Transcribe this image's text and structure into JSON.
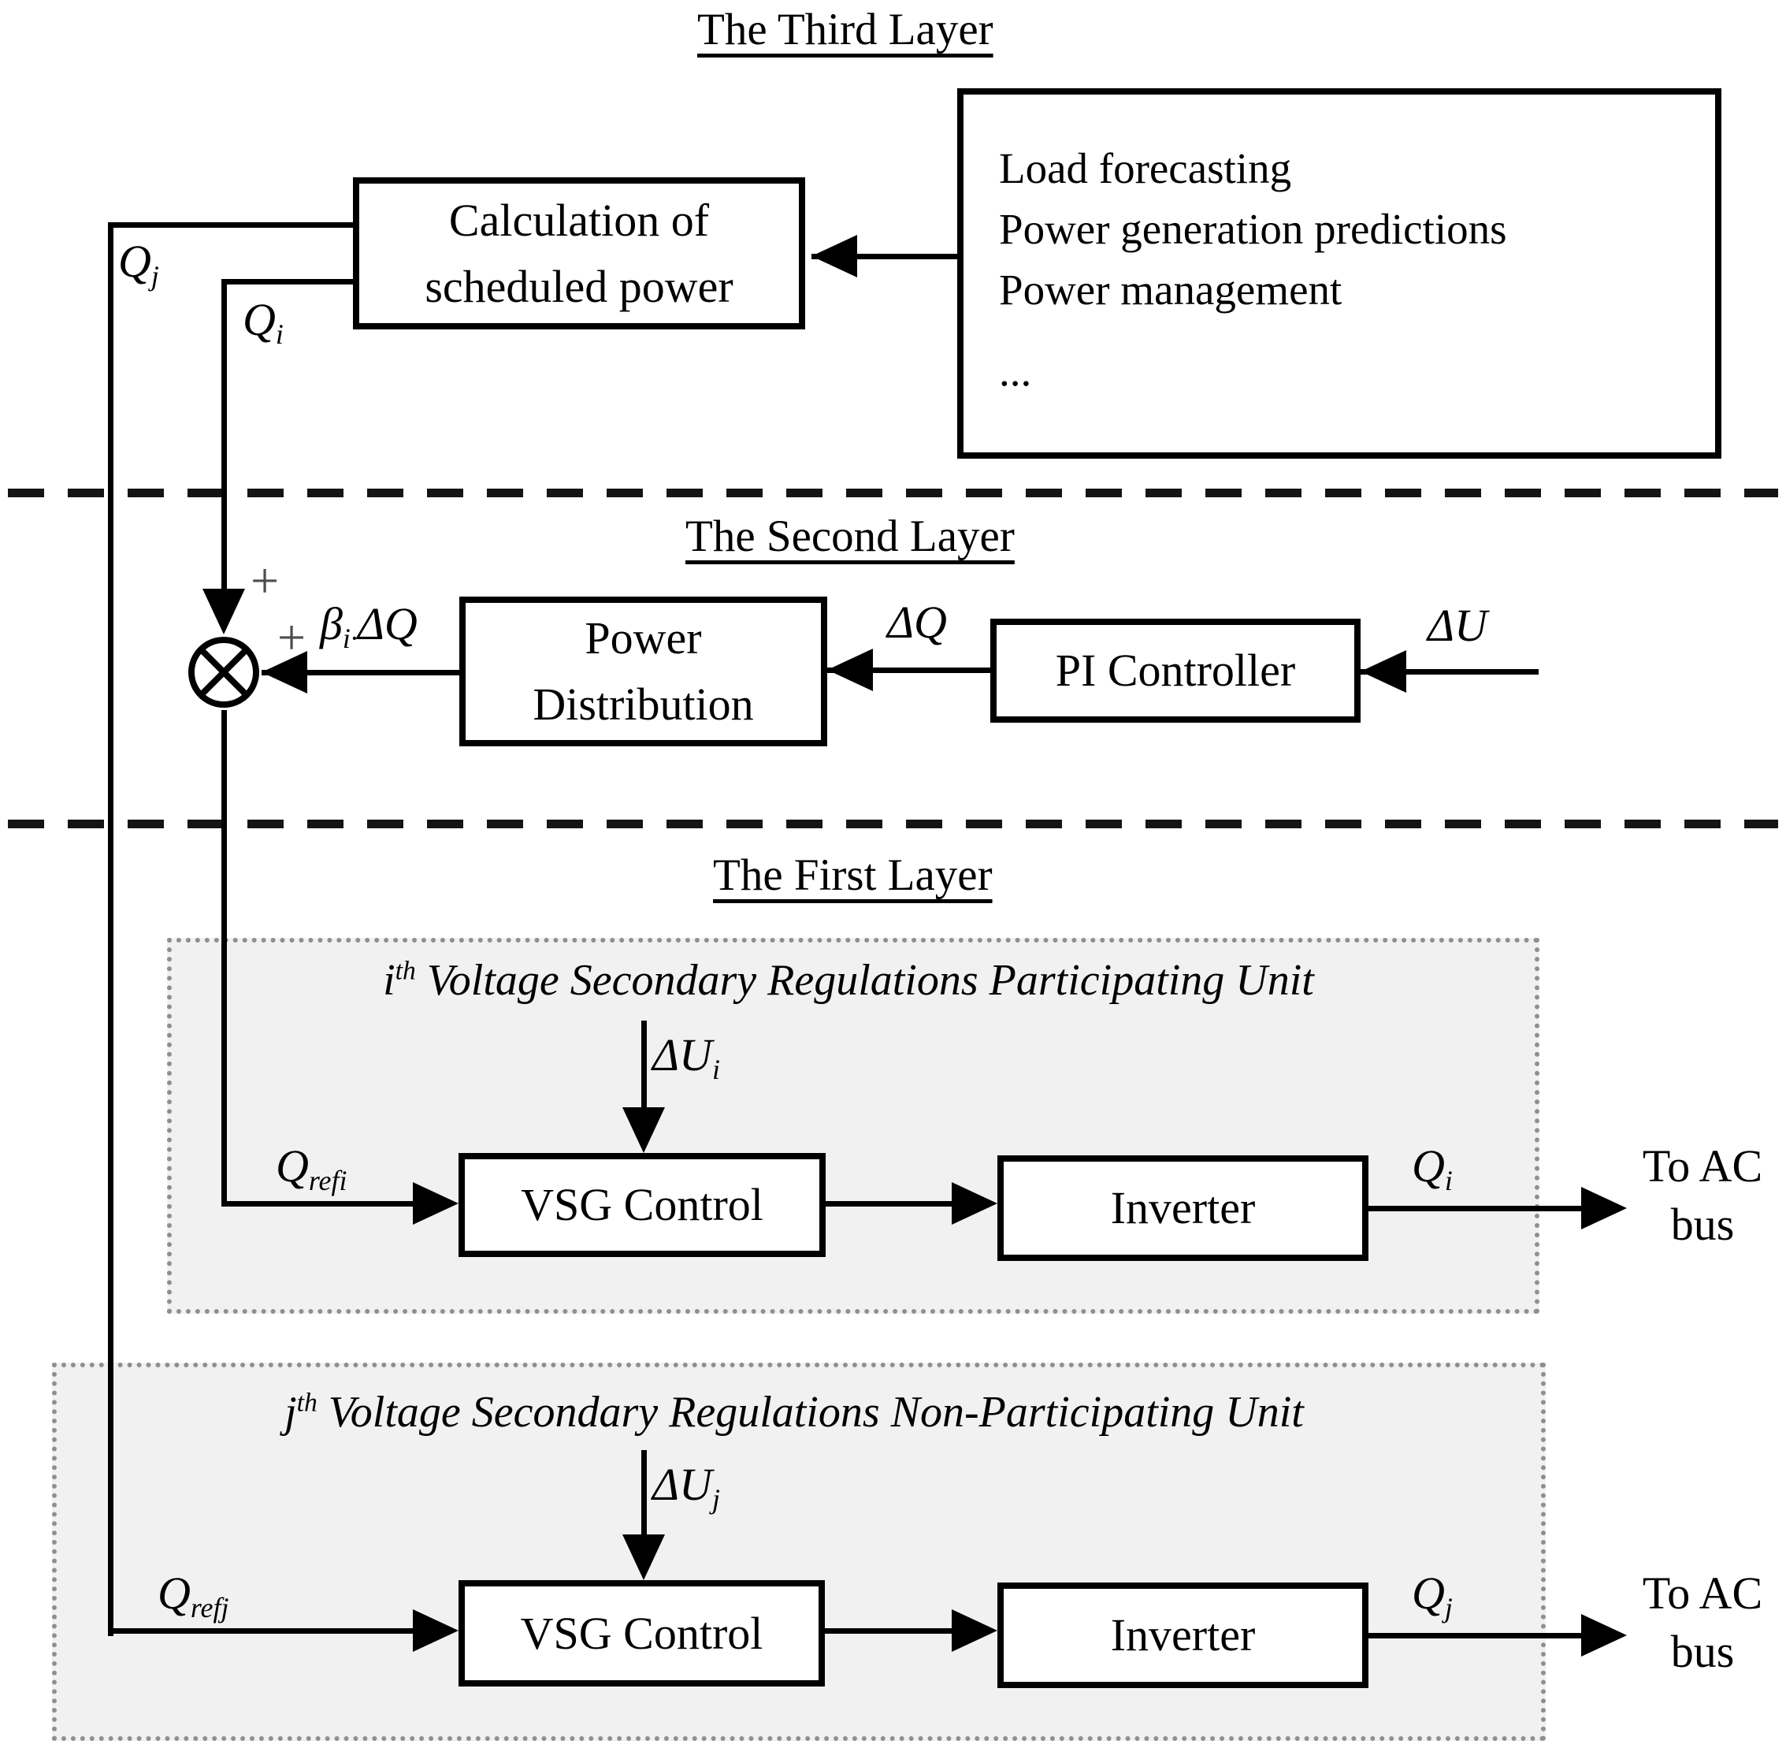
{
  "titles": {
    "third_layer": "The Third Layer",
    "second_layer": "The Second Layer",
    "first_layer": "The First Layer"
  },
  "calc_box": {
    "line1": "Calculation of",
    "line2": "scheduled power"
  },
  "info_box": {
    "line1": "Load forecasting",
    "line2": "Power generation predictions",
    "line3": "Power management",
    "line4": "..."
  },
  "power_distribution_box": {
    "line1": "Power",
    "line2": "Distribution"
  },
  "pi_controller_box": {
    "label": "PI Controller"
  },
  "unit_i": {
    "title_var": "i",
    "title_sup": "th",
    "title_rest": " Voltage Secondary Regulations Participating Unit",
    "vsg_label": "VSG Control",
    "inverter_label": "Inverter",
    "to_ac_line1": "To AC",
    "to_ac_line2": "bus"
  },
  "unit_j": {
    "title_var": "j",
    "title_sup": "th",
    "title_rest": " Voltage Secondary Regulations Non-Participating Unit",
    "vsg_label": "VSG Control",
    "inverter_label": "Inverter",
    "to_ac_line1": "To AC",
    "to_ac_line2": "bus"
  },
  "signals": {
    "q_j_top": {
      "base": "Q",
      "sub": "j"
    },
    "q_i_top": {
      "base": "Q",
      "sub": "i"
    },
    "plus_top": "+",
    "plus_side": "+",
    "beta": {
      "base": "β",
      "sub": "i·",
      "rest": "ΔQ"
    },
    "delta_q": "ΔQ",
    "delta_u": "ΔU",
    "delta_u_i": {
      "base": "ΔU",
      "sub": "i"
    },
    "delta_u_j": {
      "base": "ΔU",
      "sub": "j"
    },
    "q_ref_i": {
      "base": "Q",
      "sub": "refi"
    },
    "q_ref_j": {
      "base": "Q",
      "sub": "refj"
    },
    "q_out_i": {
      "base": "Q",
      "sub": "i"
    },
    "q_out_j": {
      "base": "Q",
      "sub": "j"
    }
  },
  "colors": {
    "line": "#000000",
    "background": "#ffffff",
    "unit_fill": "#f1f1f1",
    "unit_border": "#8f8f8f"
  }
}
